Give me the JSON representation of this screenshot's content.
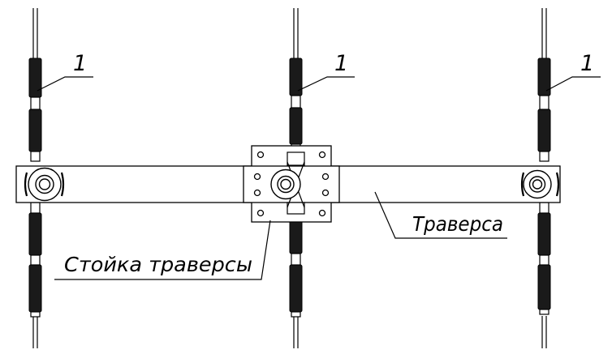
{
  "labels": {
    "insulator_mark": "1",
    "traverse": "Траверса",
    "traverse_post": "Стойка траверсы"
  },
  "colors": {
    "line": "#000000",
    "background": "#ffffff",
    "insulator_fill": "#1a1a1a"
  }
}
